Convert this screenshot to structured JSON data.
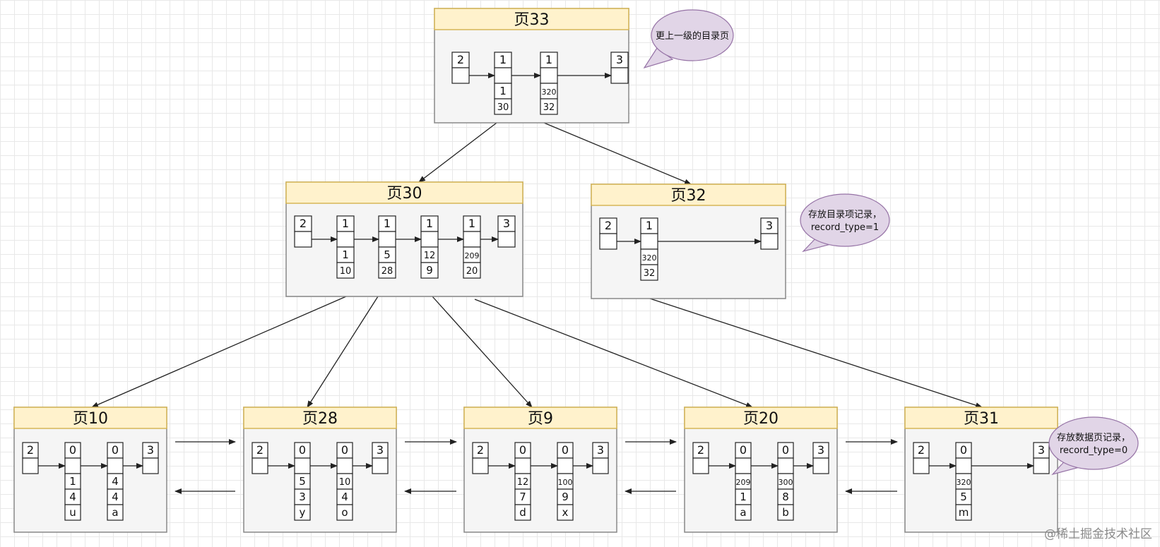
{
  "colors": {
    "title_bar": "#fff2cc",
    "title_border": "#d6b656",
    "page_body": "#f5f5f5",
    "page_border": "#888888",
    "bubble_fill": "#e1d5e7",
    "bubble_border": "#9673a6",
    "line": "#222222"
  },
  "pages": [
    {
      "id": "p33",
      "title": "页33",
      "records": [
        {
          "type": "infimum",
          "header": "2"
        },
        {
          "type": "record",
          "header": "1",
          "values": [
            "1",
            "30"
          ]
        },
        {
          "type": "record",
          "header": "1",
          "values": [
            "320",
            "32"
          ]
        },
        {
          "type": "supremum",
          "header": "3"
        }
      ]
    },
    {
      "id": "p30",
      "title": "页30",
      "records": [
        {
          "type": "infimum",
          "header": "2"
        },
        {
          "type": "record",
          "header": "1",
          "values": [
            "1",
            "10"
          ]
        },
        {
          "type": "record",
          "header": "1",
          "values": [
            "5",
            "28"
          ]
        },
        {
          "type": "record",
          "header": "1",
          "values": [
            "12",
            "9"
          ]
        },
        {
          "type": "record",
          "header": "1",
          "values": [
            "209",
            "20"
          ]
        },
        {
          "type": "supremum",
          "header": "3"
        }
      ]
    },
    {
      "id": "p32",
      "title": "页32",
      "records": [
        {
          "type": "infimum",
          "header": "2"
        },
        {
          "type": "record",
          "header": "1",
          "values": [
            "320",
            "32"
          ]
        },
        {
          "type": "supremum",
          "header": "3"
        }
      ]
    },
    {
      "id": "p10",
      "title": "页10",
      "records": [
        {
          "type": "infimum",
          "header": "2"
        },
        {
          "type": "record",
          "header": "0",
          "values": [
            "1",
            "4",
            "u"
          ]
        },
        {
          "type": "record",
          "header": "0",
          "values": [
            "4",
            "4",
            "a"
          ]
        },
        {
          "type": "supremum",
          "header": "3"
        }
      ]
    },
    {
      "id": "p28",
      "title": "页28",
      "records": [
        {
          "type": "infimum",
          "header": "2"
        },
        {
          "type": "record",
          "header": "0",
          "values": [
            "5",
            "3",
            "y"
          ]
        },
        {
          "type": "record",
          "header": "0",
          "values": [
            "10",
            "4",
            "o"
          ]
        },
        {
          "type": "supremum",
          "header": "3"
        }
      ]
    },
    {
      "id": "p9",
      "title": "页9",
      "records": [
        {
          "type": "infimum",
          "header": "2"
        },
        {
          "type": "record",
          "header": "0",
          "values": [
            "12",
            "7",
            "d"
          ]
        },
        {
          "type": "record",
          "header": "0",
          "values": [
            "100",
            "9",
            "x"
          ]
        },
        {
          "type": "supremum",
          "header": "3"
        }
      ]
    },
    {
      "id": "p20",
      "title": "页20",
      "records": [
        {
          "type": "infimum",
          "header": "2"
        },
        {
          "type": "record",
          "header": "0",
          "values": [
            "209",
            "1",
            "a"
          ]
        },
        {
          "type": "record",
          "header": "0",
          "values": [
            "300",
            "8",
            "b"
          ]
        },
        {
          "type": "supremum",
          "header": "3"
        }
      ]
    },
    {
      "id": "p31",
      "title": "页31",
      "records": [
        {
          "type": "infimum",
          "header": "2"
        },
        {
          "type": "record",
          "header": "0",
          "values": [
            "320",
            "5",
            "m"
          ]
        },
        {
          "type": "supremum",
          "header": "3"
        }
      ]
    }
  ],
  "bubbles": [
    {
      "id": "b33",
      "lines": [
        "更上一级的目录页"
      ]
    },
    {
      "id": "b32",
      "lines": [
        "存放目录项记录，",
        "record_type=1"
      ]
    },
    {
      "id": "b31",
      "lines": [
        "存放数据页记录，",
        "record_type=0"
      ]
    }
  ],
  "edges": [
    {
      "from": "p33",
      "to": "p30"
    },
    {
      "from": "p33",
      "to": "p32"
    },
    {
      "from": "p30",
      "to": "p10"
    },
    {
      "from": "p30",
      "to": "p28"
    },
    {
      "from": "p30",
      "to": "p9"
    },
    {
      "from": "p30",
      "to": "p20"
    },
    {
      "from": "p32",
      "to": "p31"
    }
  ],
  "sibling_links": [
    {
      "left": "p10",
      "right": "p28"
    },
    {
      "left": "p28",
      "right": "p9"
    },
    {
      "left": "p9",
      "right": "p20"
    },
    {
      "left": "p20",
      "right": "p31"
    }
  ],
  "watermark": "@稀土掘金技术社区"
}
